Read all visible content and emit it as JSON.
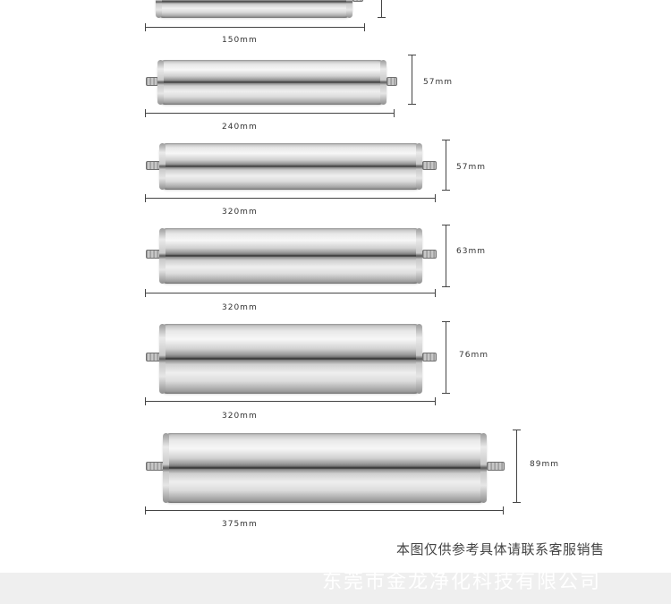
{
  "housings": [
    {
      "length_label": "150mm",
      "diameter_label": ""
    },
    {
      "length_label": "240mm",
      "diameter_label": "57mm"
    },
    {
      "length_label": "320mm",
      "diameter_label": "57mm"
    },
    {
      "length_label": "320mm",
      "diameter_label": "63mm"
    },
    {
      "length_label": "320mm",
      "diameter_label": "76mm"
    },
    {
      "length_label": "375mm",
      "diameter_label": "89mm"
    }
  ],
  "note": "本图仅供参考具体请联系客服销售",
  "footer": {
    "company": "东莞市金龙净化科技有限公司",
    "background_color": "#efefef"
  }
}
